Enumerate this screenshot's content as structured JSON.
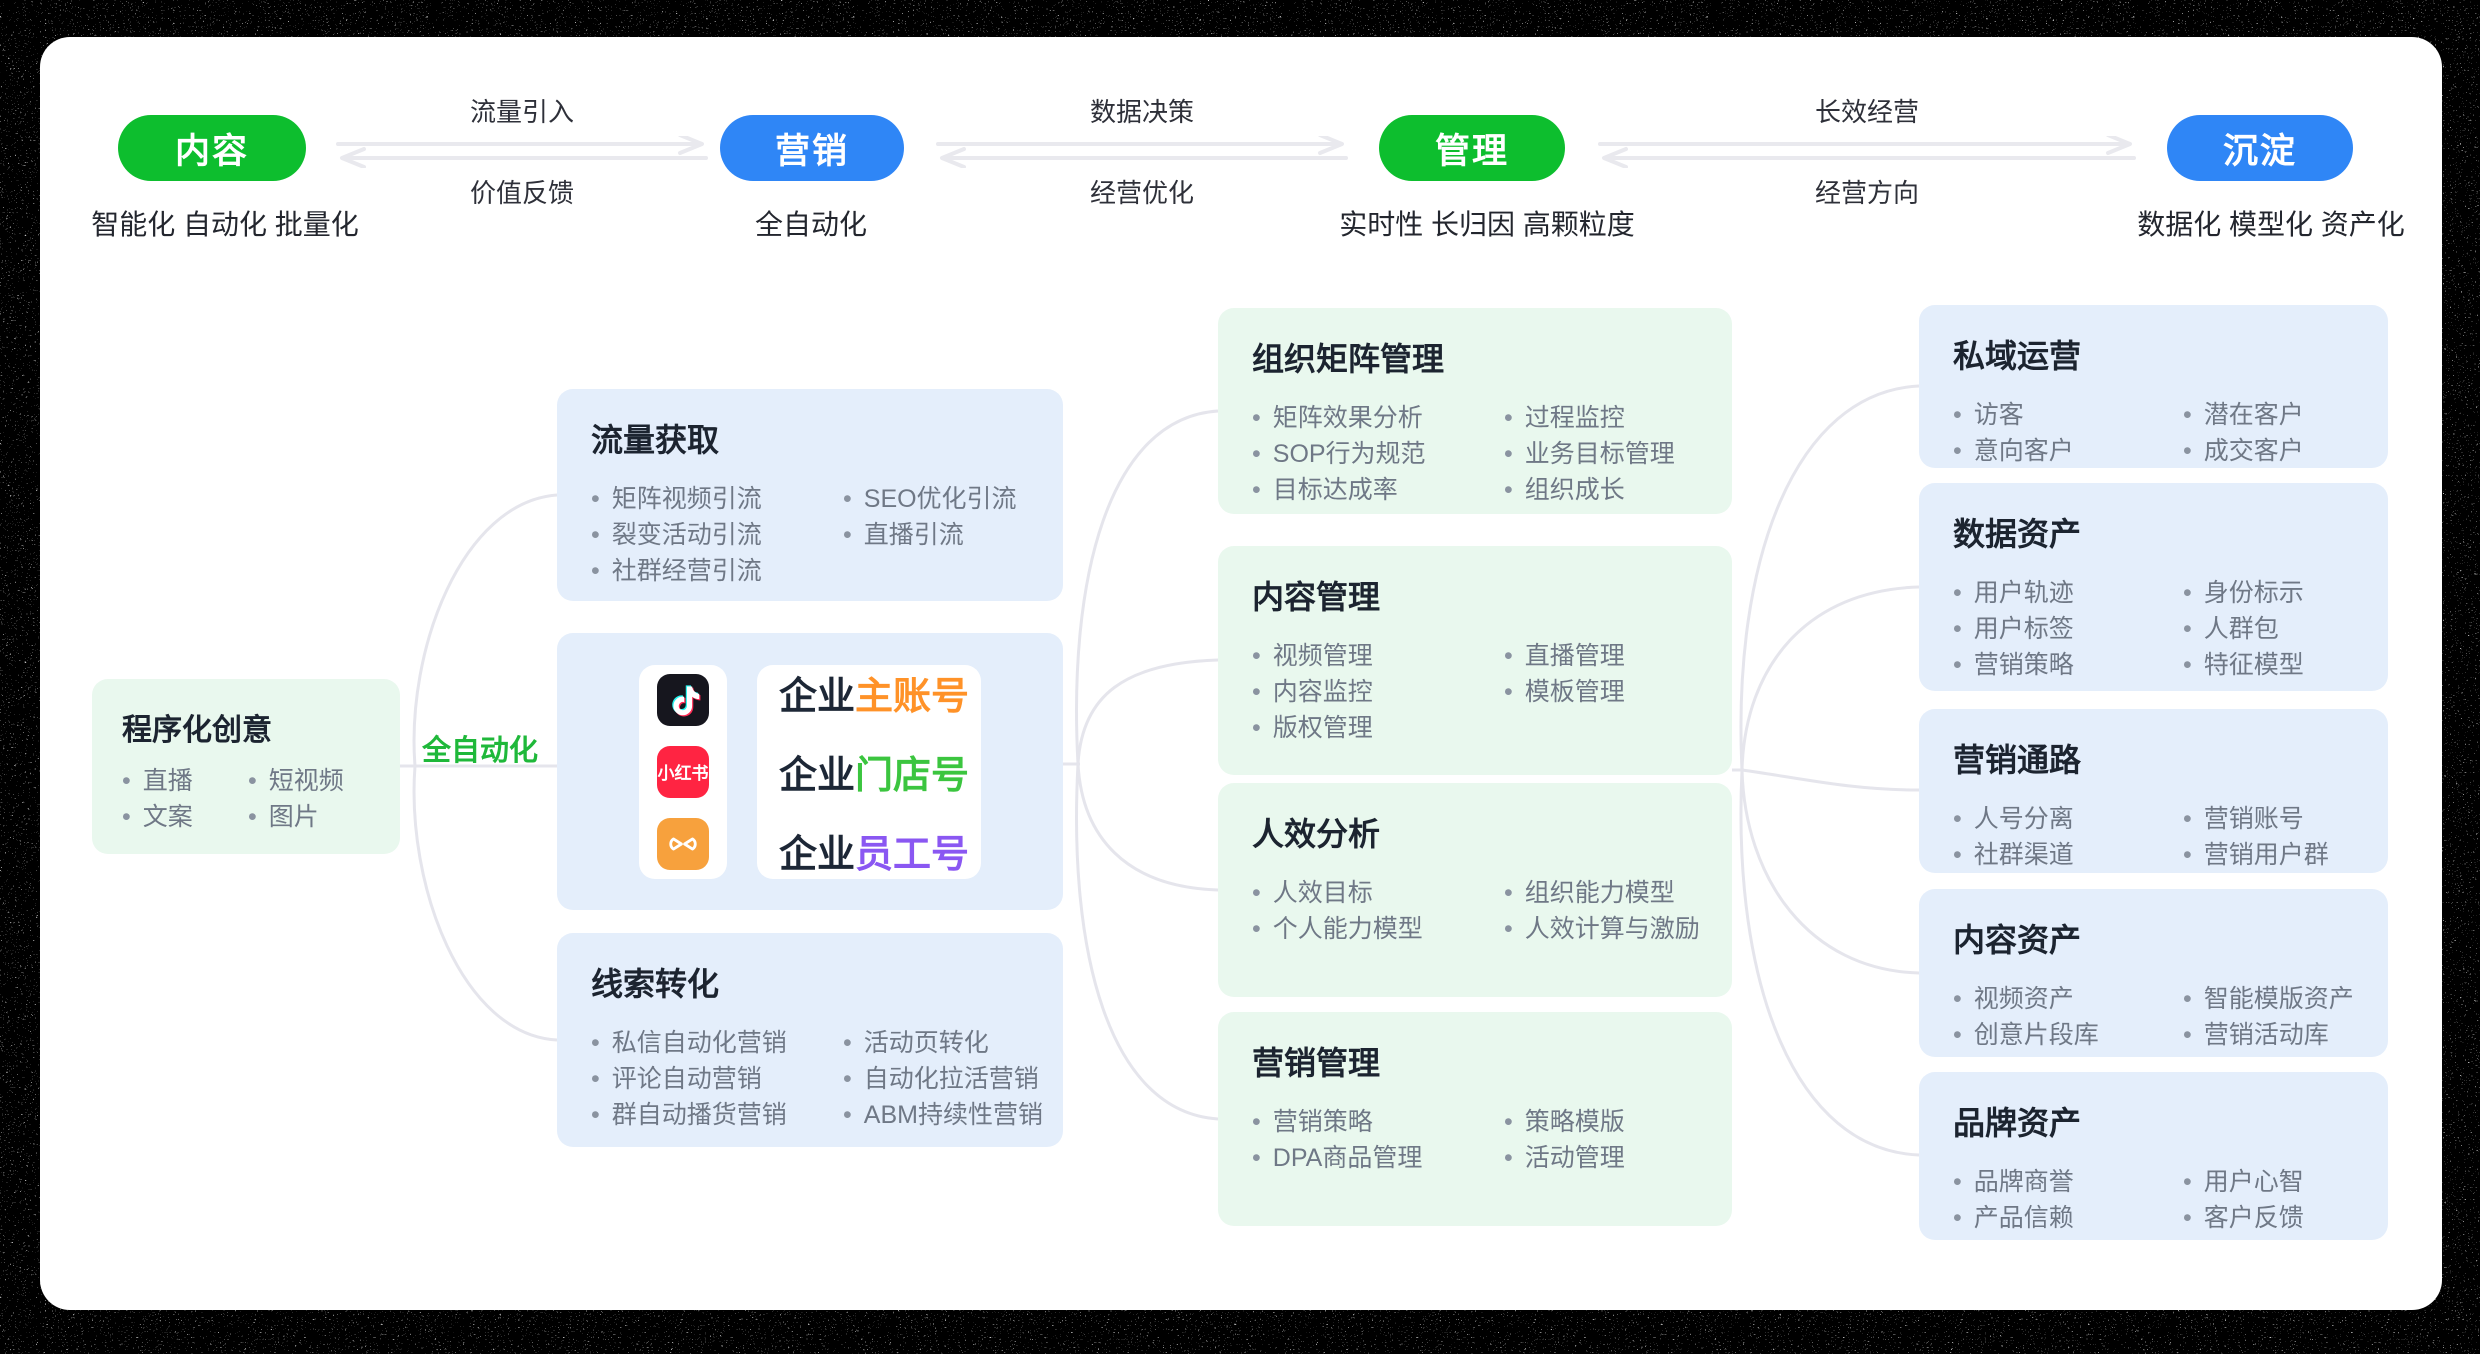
{
  "palette": {
    "stage_green": "#0dbe2e",
    "stage_blue": "#2f86f6",
    "auto_green": "#1fb83a",
    "account_orange": "#ff9228",
    "account_green": "#3bc53f",
    "account_purple": "#8a57f2",
    "douyin_black": "#16161e",
    "xiaohongshu_red": "#ff2442",
    "channels_orange": "#f7a13d",
    "box_blue": "#e4eefb",
    "box_green": "#e9f8ee",
    "connector_gray": "#e5e5ec"
  },
  "flow": {
    "stages": [
      {
        "label": "内容",
        "subtitle": "智能化 自动化 批量化"
      },
      {
        "label": "营销",
        "subtitle": "全自动化"
      },
      {
        "label": "管理",
        "subtitle": "实时性 长归因 高颗粒度"
      },
      {
        "label": "沉淀",
        "subtitle": "数据化 模型化 资产化"
      }
    ],
    "links": [
      {
        "top": "流量引入",
        "bottom": "价值反馈"
      },
      {
        "top": "数据决策",
        "bottom": "经营优化"
      },
      {
        "top": "长效经营",
        "bottom": "经营方向"
      }
    ]
  },
  "auto_node": {
    "label": "全自动化"
  },
  "boxes": {
    "creative": {
      "title": "程序化创意",
      "col1": [
        "直播",
        "文案"
      ],
      "col2": [
        "短视频",
        "图片"
      ]
    },
    "traffic": {
      "title": "流量获取",
      "col1": [
        "矩阵视频引流",
        "裂变活动引流",
        "社群经营引流"
      ],
      "col2": [
        "SEO优化引流",
        "直播引流"
      ]
    },
    "leads": {
      "title": "线索转化",
      "col1": [
        "私信自动化营销",
        "评论自动营销",
        "群自动播货营销"
      ],
      "col2": [
        "活动页转化",
        "自动化拉活营销",
        "ABM持续性营销"
      ]
    },
    "matrix": {
      "title": "组织矩阵管理",
      "col1": [
        "矩阵效果分析",
        "SOP行为规范",
        "目标达成率"
      ],
      "col2": [
        "过程监控",
        "业务目标管理",
        "组织成长"
      ]
    },
    "content_mgmt": {
      "title": "内容管理",
      "col1": [
        "视频管理",
        "内容监控",
        "版权管理"
      ],
      "col2": [
        "直播管理",
        "模板管理"
      ]
    },
    "efficiency": {
      "title": "人效分析",
      "col1": [
        "人效目标",
        "个人能力模型"
      ],
      "col2": [
        "组织能力模型",
        "人效计算与激励"
      ]
    },
    "marketing_mgmt": {
      "title": "营销管理",
      "col1": [
        "营销策略",
        "DPA商品管理"
      ],
      "col2": [
        "策略模版",
        "活动管理"
      ]
    },
    "private_domain": {
      "title": "私域运营",
      "col1": [
        "访客",
        "意向客户"
      ],
      "col2": [
        "潜在客户",
        "成交客户"
      ]
    },
    "data_assets": {
      "title": "数据资产",
      "col1": [
        "用户轨迹",
        "用户标签",
        "营销策略"
      ],
      "col2": [
        "身份标示",
        "人群包",
        "特征模型"
      ]
    },
    "channels": {
      "title": "营销通路",
      "col1": [
        "人号分离",
        "社群渠道"
      ],
      "col2": [
        "营销账号",
        "营销用户群"
      ]
    },
    "content_assets": {
      "title": "内容资产",
      "col1": [
        "视频资产",
        "创意片段库"
      ],
      "col2": [
        "智能模版资产",
        "营销活动库"
      ]
    },
    "brand_assets": {
      "title": "品牌资产",
      "col1": [
        "品牌商誉",
        "产品信赖"
      ],
      "col2": [
        "用户心智",
        "客户反馈"
      ]
    }
  },
  "platforms": {
    "xiaohongshu_label": "小红书",
    "accounts": [
      {
        "prefix": "企业",
        "highlight": "主账号",
        "color": "#ff9228"
      },
      {
        "prefix": "企业",
        "highlight": "门店号",
        "color": "#3bc53f"
      },
      {
        "prefix": "企业",
        "highlight": "员工号",
        "color": "#8a57f2"
      }
    ]
  }
}
